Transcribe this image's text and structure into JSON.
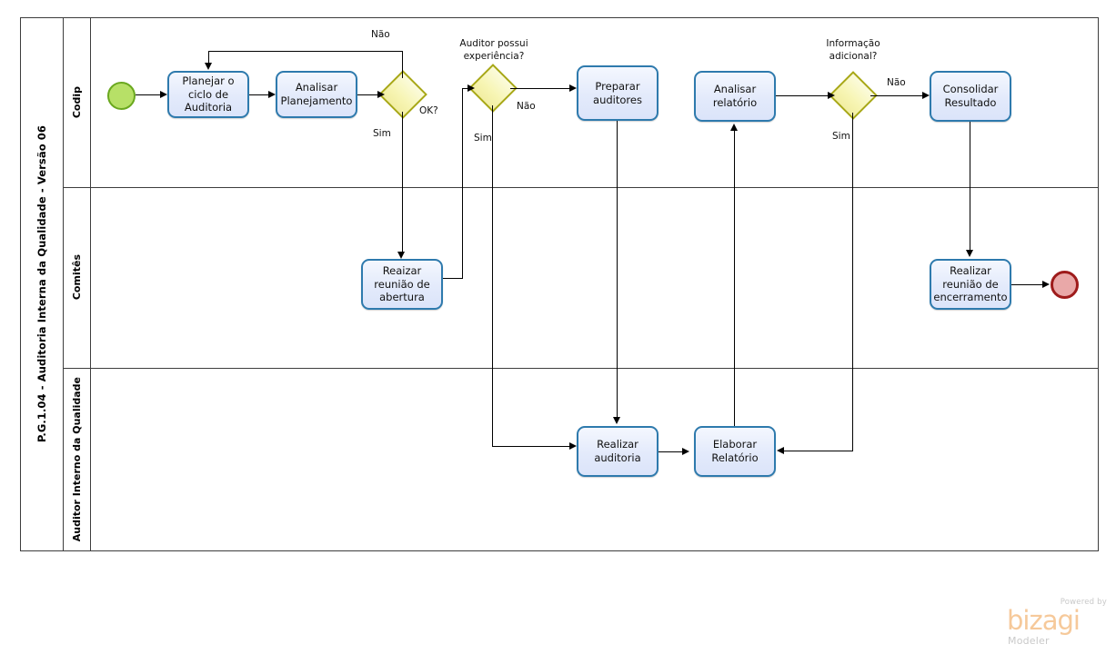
{
  "diagram": {
    "type": "bpmn-process",
    "pool_title": "P.G.1.04 - Auditoria Interna da Qualidade - Versão 06",
    "lanes": [
      {
        "id": "codip",
        "label": "Codip"
      },
      {
        "id": "comites",
        "label": "Comitês"
      },
      {
        "id": "auditor",
        "label": "Auditor Interno da Qualidade"
      }
    ],
    "events": [
      {
        "id": "start",
        "kind": "start-event",
        "label": ""
      },
      {
        "id": "end",
        "kind": "end-event",
        "label": ""
      }
    ],
    "tasks": [
      {
        "id": "t1",
        "lane": "codip",
        "label": "Planejar o ciclo de Auditoria"
      },
      {
        "id": "t2",
        "lane": "codip",
        "label": "Analisar Planejamento"
      },
      {
        "id": "t3",
        "lane": "codip",
        "label": "Preparar auditores"
      },
      {
        "id": "t4",
        "lane": "codip",
        "label": "Analisar relatório"
      },
      {
        "id": "t5",
        "lane": "codip",
        "label": "Consolidar Resultado"
      },
      {
        "id": "t6",
        "lane": "comites",
        "label": "Reaizar reunião de abertura"
      },
      {
        "id": "t7",
        "lane": "comites",
        "label": "Realizar reunião de encerramento"
      },
      {
        "id": "t8",
        "lane": "auditor",
        "label": "Realizar auditoria"
      },
      {
        "id": "t9",
        "lane": "auditor",
        "label": "Elaborar Relatório"
      }
    ],
    "gateways": [
      {
        "id": "g1",
        "lane": "codip",
        "label": "OK?"
      },
      {
        "id": "g2",
        "lane": "codip",
        "label": "Auditor possui experiência?"
      },
      {
        "id": "g3",
        "lane": "codip",
        "label": "Informação adicional?"
      }
    ],
    "flow_labels": {
      "g1_no": "Não",
      "g1_yes": "Sim",
      "g2_no": "Não",
      "g2_yes": "Sim",
      "g3_no": "Não",
      "g3_yes": "Sim"
    },
    "colors": {
      "task_border": "#2e7aad",
      "task_fill": "#e3eafb",
      "gateway_border": "#a8a816",
      "gateway_fill": "#f7f5b4",
      "start_fill": "#b7e067",
      "start_border": "#6aa81f",
      "end_fill": "#e9a8a8",
      "end_border": "#9e1b1b",
      "pool_border": "#3d3d3d",
      "connector": "#000000"
    }
  },
  "watermark": {
    "powered_by": "Powered by",
    "brand": "bizagi",
    "product": "Modeler"
  }
}
